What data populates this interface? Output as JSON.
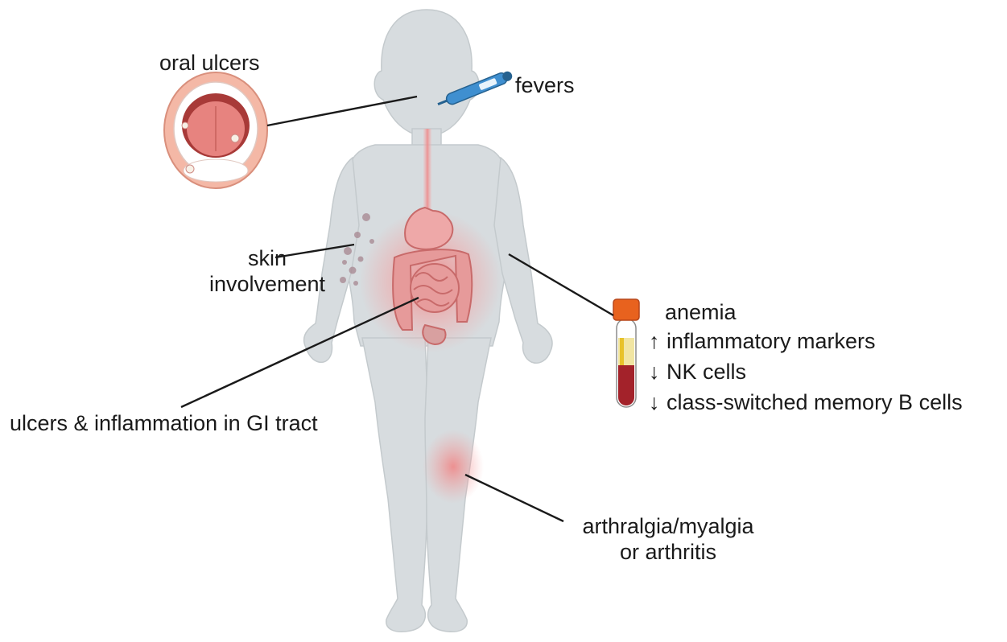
{
  "labels": {
    "oral_ulcers": "oral ulcers",
    "fevers": "fevers",
    "skin_line1": "skin",
    "skin_line2": "involvement",
    "gi": "ulcers & inflammation in GI tract",
    "anemia": "anemia",
    "inflammatory": "inflammatory markers",
    "nk": "NK cells",
    "bcells": "class-switched memory B cells",
    "arthralgia_line1": "arthralgia/myalgia",
    "arthralgia_line2": "or arthritis"
  },
  "symbols": {
    "up": "↑",
    "down": "↓"
  },
  "colors": {
    "body": "#d7dcdf",
    "inflammation": "#f08a8a",
    "thermometer": "#3f8fd0",
    "tube_cap": "#e8621e",
    "plasma": "#e8c22a",
    "blood": "#a3222a",
    "line": "#1a1a1a"
  },
  "icons": [
    "child-body-icon",
    "mouth-icon",
    "thermometer-icon",
    "blood-tube-icon",
    "gi-tract-icon"
  ]
}
